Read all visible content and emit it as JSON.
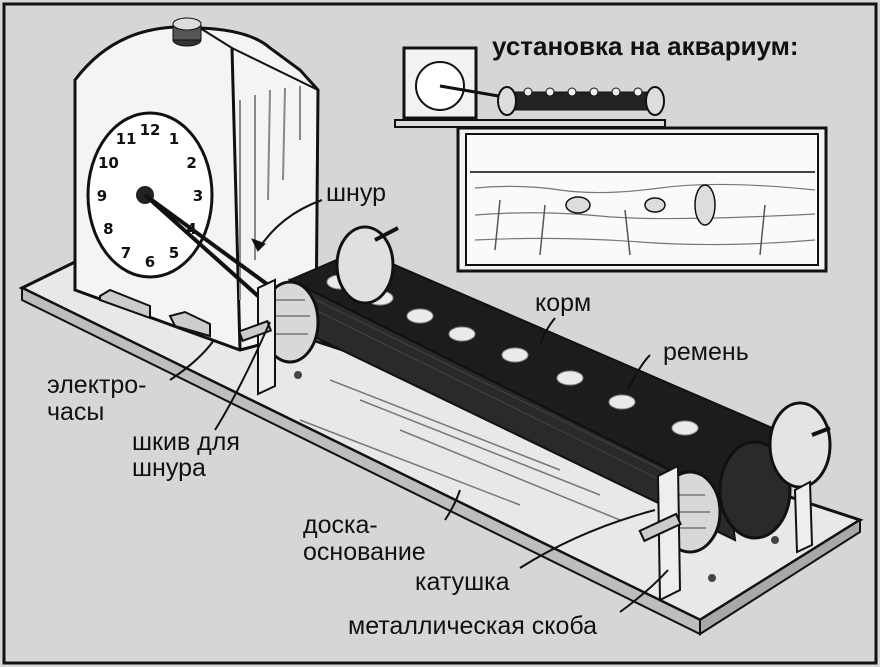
{
  "diagram": {
    "title": "установка на аквариум:",
    "labels": {
      "cord": "шнур",
      "feed": "корм",
      "belt": "ремень",
      "clock_line1": "электро-",
      "clock_line2": "часы",
      "pulley_line1": "шкив для",
      "pulley_line2": "шнура",
      "board_line1": "доска-",
      "board_line2": "основание",
      "reel": "катушка",
      "bracket": "металлическая скоба"
    },
    "clock_numerals": [
      "12",
      "1",
      "2",
      "3",
      "4",
      "5",
      "6",
      "7",
      "8",
      "9",
      "10",
      "11"
    ],
    "colors": {
      "background": "#d6d6d6",
      "ink": "#111111",
      "paper": "#f2f2f2",
      "belt": "#1c1c1c",
      "board": "#e8e8e8"
    }
  }
}
